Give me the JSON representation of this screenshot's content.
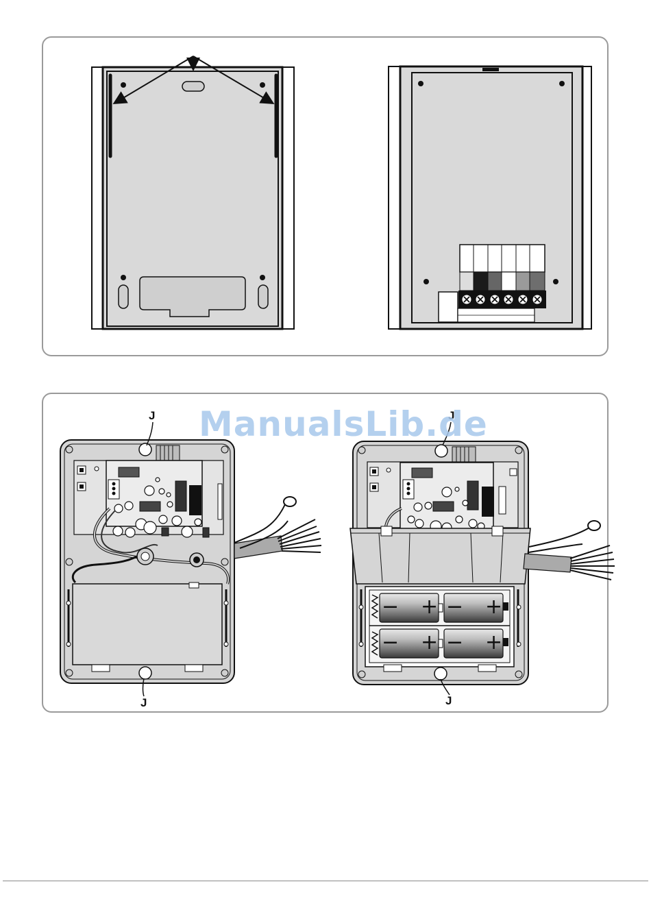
{
  "labels": {
    "j_top_left": "J",
    "j_top_right": "J",
    "j_bottom_left": "J",
    "j_bottom_right": "J"
  },
  "battery": {
    "minus": "−",
    "plus": "+"
  },
  "watermark": "ManualsLib.de"
}
